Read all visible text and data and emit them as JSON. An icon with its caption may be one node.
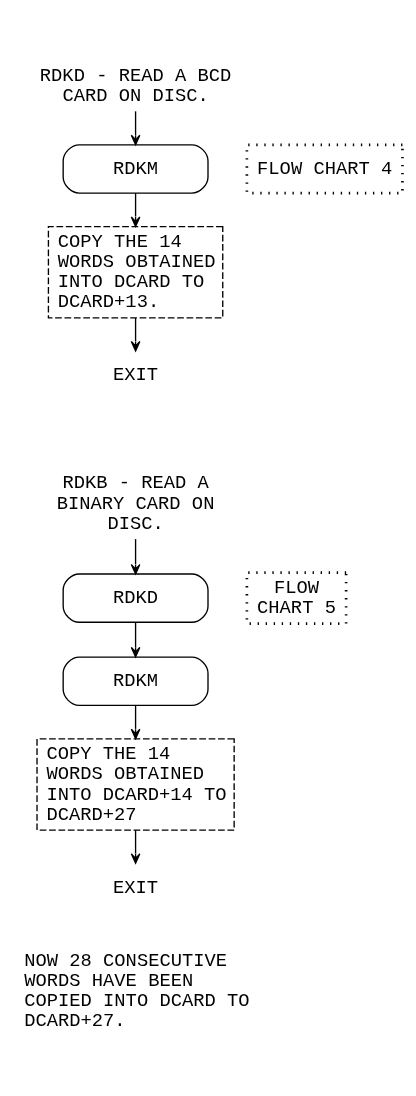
{
  "diagram": {
    "nodes": [
      {
        "text": [
          "RDKD - READ A BCD CARD ON DISC."
        ]
      },
      {
        "text": [
          "RDKM"
        ]
      },
      {
        "text": [
          "COPY THE 14 WORDS OBTAINED INTO DCARD TO DCARD+13."
        ]
      },
      {
        "text": [
          "EXIT"
        ]
      },
      {
        "text": [
          "RDKB - READ A BINARY CARD ON DISC."
        ]
      },
      {
        "text": [
          "RDKD"
        ]
      },
      {
        "text": [
          "RDKM"
        ]
      },
      {
        "text": [
          "COPY THE 14 WORDS OBTAINED INTO DCARD+14 TO DCARD+27"
        ]
      },
      {
        "text": [
          "EXIT"
        ]
      }
    ],
    "edges": [
      {
        "from": 0,
        "to": 1,
        "arrow": "to"
      },
      {
        "from": 1,
        "to": 2,
        "arrow": "to"
      },
      {
        "from": 2,
        "to": 3,
        "arrow": "to"
      },
      {
        "from": 4,
        "to": 5,
        "arrow": "to"
      },
      {
        "from": 5,
        "to": 6,
        "arrow": "to"
      },
      {
        "from": 6,
        "to": 7,
        "arrow": "to"
      },
      {
        "from": 7,
        "to": 8,
        "arrow": "to"
      }
    ],
    "labels": [
      "FLOW CHART 4",
      "FLOW CHART 5",
      "NOW 28 CONSECUTIVE WORDS HAVE BEEN COPIED INTO DCARD TO DCARD+27."
    ]
  }
}
